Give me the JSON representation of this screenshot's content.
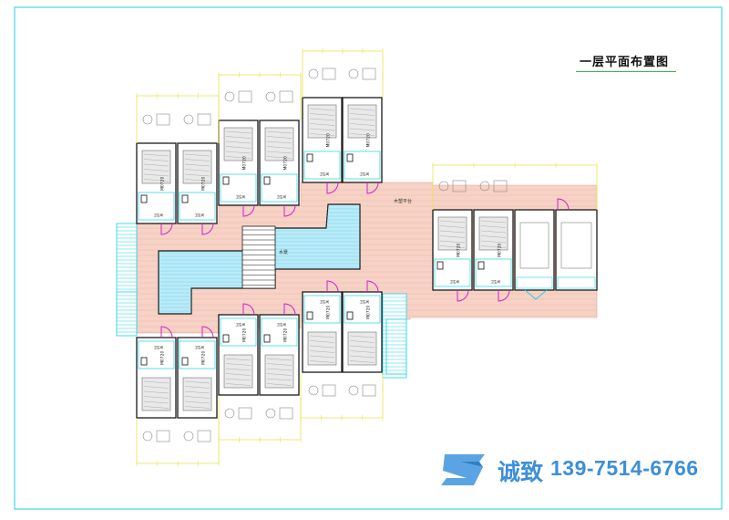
{
  "drawing": {
    "title": "一层平面布置图",
    "deck_label": "木塑平台",
    "pool_label": "水景",
    "room_tag": "M0720",
    "bath_tag": "卫生间"
  },
  "brand": {
    "name": "诚致",
    "phone": "139-7514-6766",
    "logo_icon": "z-logo-icon",
    "color": "#3d8fd8"
  },
  "colors": {
    "frame": "#19d2e6",
    "deck": "#f7d2c6",
    "pool": "#b8ecf8",
    "wall": "#1a1a1a",
    "door": "#d21fd2",
    "dim": "#e5e54a",
    "room_fill": "#ffffff"
  }
}
